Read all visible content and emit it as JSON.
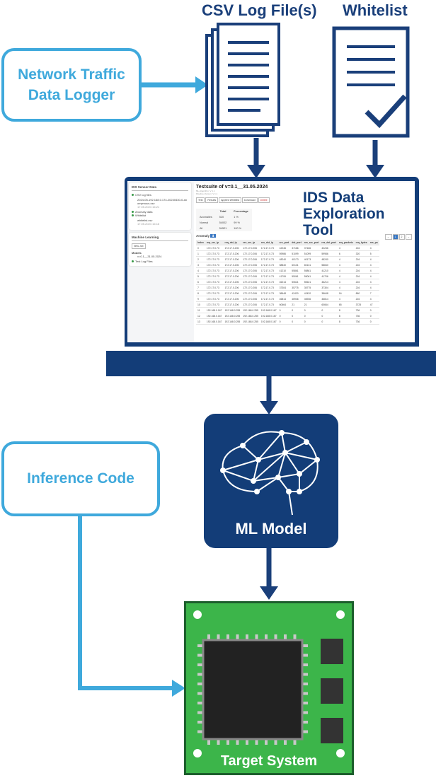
{
  "inputs": {
    "logger": "Network Traffic Data Logger",
    "inference": "Inference Code"
  },
  "files": {
    "csv": "CSV Log File(s)",
    "whitelist": "Whitelist"
  },
  "tool": {
    "overlay_title": "IDS Data Exploration Tool",
    "sidebar": {
      "sensor_title": "IDS Sensor Data",
      "csv_label": "CSV log files",
      "csv_file": "2024-05-192.168.0.174-20240430-0-anomymous.csv",
      "csv_date": "17.05.2024 16:21",
      "anomaly_label": "Anomaly data",
      "whitelist_label": "Whitelist",
      "whitelist_file": "whitelist.csv",
      "whitelist_date": "17.05.2024 16:16",
      "ml_title": "Machine Learning",
      "new_job": "New Job",
      "models_label": "Models",
      "model_name": "v=0.1__31.05.2024",
      "test_label": "Test Log Files"
    },
    "main": {
      "title": "Testsuite of v=0.1__31.05.2024",
      "sub1": "ML-Algorithm: V 1.1",
      "sub2": "Pipeline-Version: V 1.1",
      "buttons": [
        "Test",
        "Results",
        "Applied Whitelist",
        "Download",
        "Delete"
      ],
      "summary": {
        "headers": [
          "",
          "Total",
          "Percentage"
        ],
        "rows": [
          [
            "Anomalies",
            "520",
            "1 %"
          ],
          [
            "Normal",
            "54002",
            "99 %"
          ],
          [
            "All",
            "54521",
            "100 %"
          ]
        ]
      },
      "anomaly_label": "Anomaly",
      "pages": [
        "1",
        "2"
      ],
      "columns": [
        "Index",
        "req_src_ip",
        "req_dst_ip",
        "res_src_ip",
        "res_dst_ip",
        "src_port",
        "dst_port",
        "res_src_port",
        "res_dst_port",
        "req_packets",
        "req_bytes",
        "res_pa"
      ],
      "rows": [
        [
          "0",
          "172.17.0.73",
          "172.17.0.206",
          "172.17.0.206",
          "172.17.0.73",
          "42246",
          "37166",
          "37166",
          "42246",
          "4",
          "216",
          "4"
        ],
        [
          "1",
          "172.17.0.73",
          "172.17.0.206",
          "172.17.0.206",
          "172.17.0.73",
          "59986",
          "51099",
          "51099",
          "59986",
          "6",
          "320",
          "5"
        ],
        [
          "2",
          "172.17.0.73",
          "172.17.0.206",
          "172.17.0.206",
          "172.17.0.73",
          "48240",
          "40173",
          "40173",
          "48240",
          "4",
          "216",
          "4"
        ],
        [
          "3",
          "172.17.0.73",
          "172.17.0.206",
          "172.17.0.206",
          "172.17.0.73",
          "58840",
          "60131",
          "60131",
          "58840",
          "4",
          "216",
          "4"
        ],
        [
          "4",
          "172.17.0.73",
          "172.17.0.206",
          "172.17.0.206",
          "172.17.0.73",
          "41210",
          "55861",
          "55861",
          "41210",
          "4",
          "216",
          "4"
        ],
        [
          "5",
          "172.17.0.73",
          "172.17.0.206",
          "172.17.0.206",
          "172.17.0.73",
          "41706",
          "55061",
          "55061",
          "41706",
          "4",
          "216",
          "4"
        ],
        [
          "6",
          "172.17.0.73",
          "172.17.0.206",
          "172.17.0.206",
          "172.17.0.73",
          "46214",
          "50621",
          "50621",
          "46214",
          "4",
          "216",
          "4"
        ],
        [
          "7",
          "172.17.0.73",
          "172.17.0.206",
          "172.17.0.206",
          "172.17.0.73",
          "37304",
          "35775",
          "35775",
          "37304",
          "4",
          "216",
          "4"
        ],
        [
          "8",
          "172.17.0.73",
          "172.17.0.206",
          "172.17.0.206",
          "172.17.0.73",
          "38648",
          "42420",
          "42420",
          "38648",
          "16",
          "860",
          "7"
        ],
        [
          "9",
          "172.17.0.73",
          "172.17.0.206",
          "172.17.0.206",
          "172.17.0.73",
          "46814",
          "46936",
          "46936",
          "46814",
          "4",
          "216",
          "4"
        ],
        [
          "10",
          "172.17.0.73",
          "172.17.0.206",
          "172.17.0.206",
          "172.17.0.73",
          "60664",
          "21",
          "21",
          "60664",
          "65",
          "3725",
          "47"
        ],
        [
          "11",
          "192.168.0.167",
          "192.168.0.255",
          "192.168.0.255",
          "192.168.0.167",
          "0",
          "0",
          "0",
          "0",
          "8",
          "736",
          "0"
        ],
        [
          "12",
          "192.168.0.167",
          "192.168.0.255",
          "192.168.0.255",
          "192.168.0.167",
          "0",
          "0",
          "0",
          "0",
          "8",
          "736",
          "0"
        ],
        [
          "13",
          "192.168.0.167",
          "192.168.0.255",
          "192.168.0.255",
          "192.168.0.167",
          "0",
          "0",
          "0",
          "0",
          "8",
          "736",
          "0"
        ]
      ]
    }
  },
  "model": {
    "label": "ML Model"
  },
  "target": {
    "label": "Target System"
  },
  "colors": {
    "navy": "#133d78",
    "light_blue": "#3fa9dc",
    "board": "#3cb54a"
  }
}
